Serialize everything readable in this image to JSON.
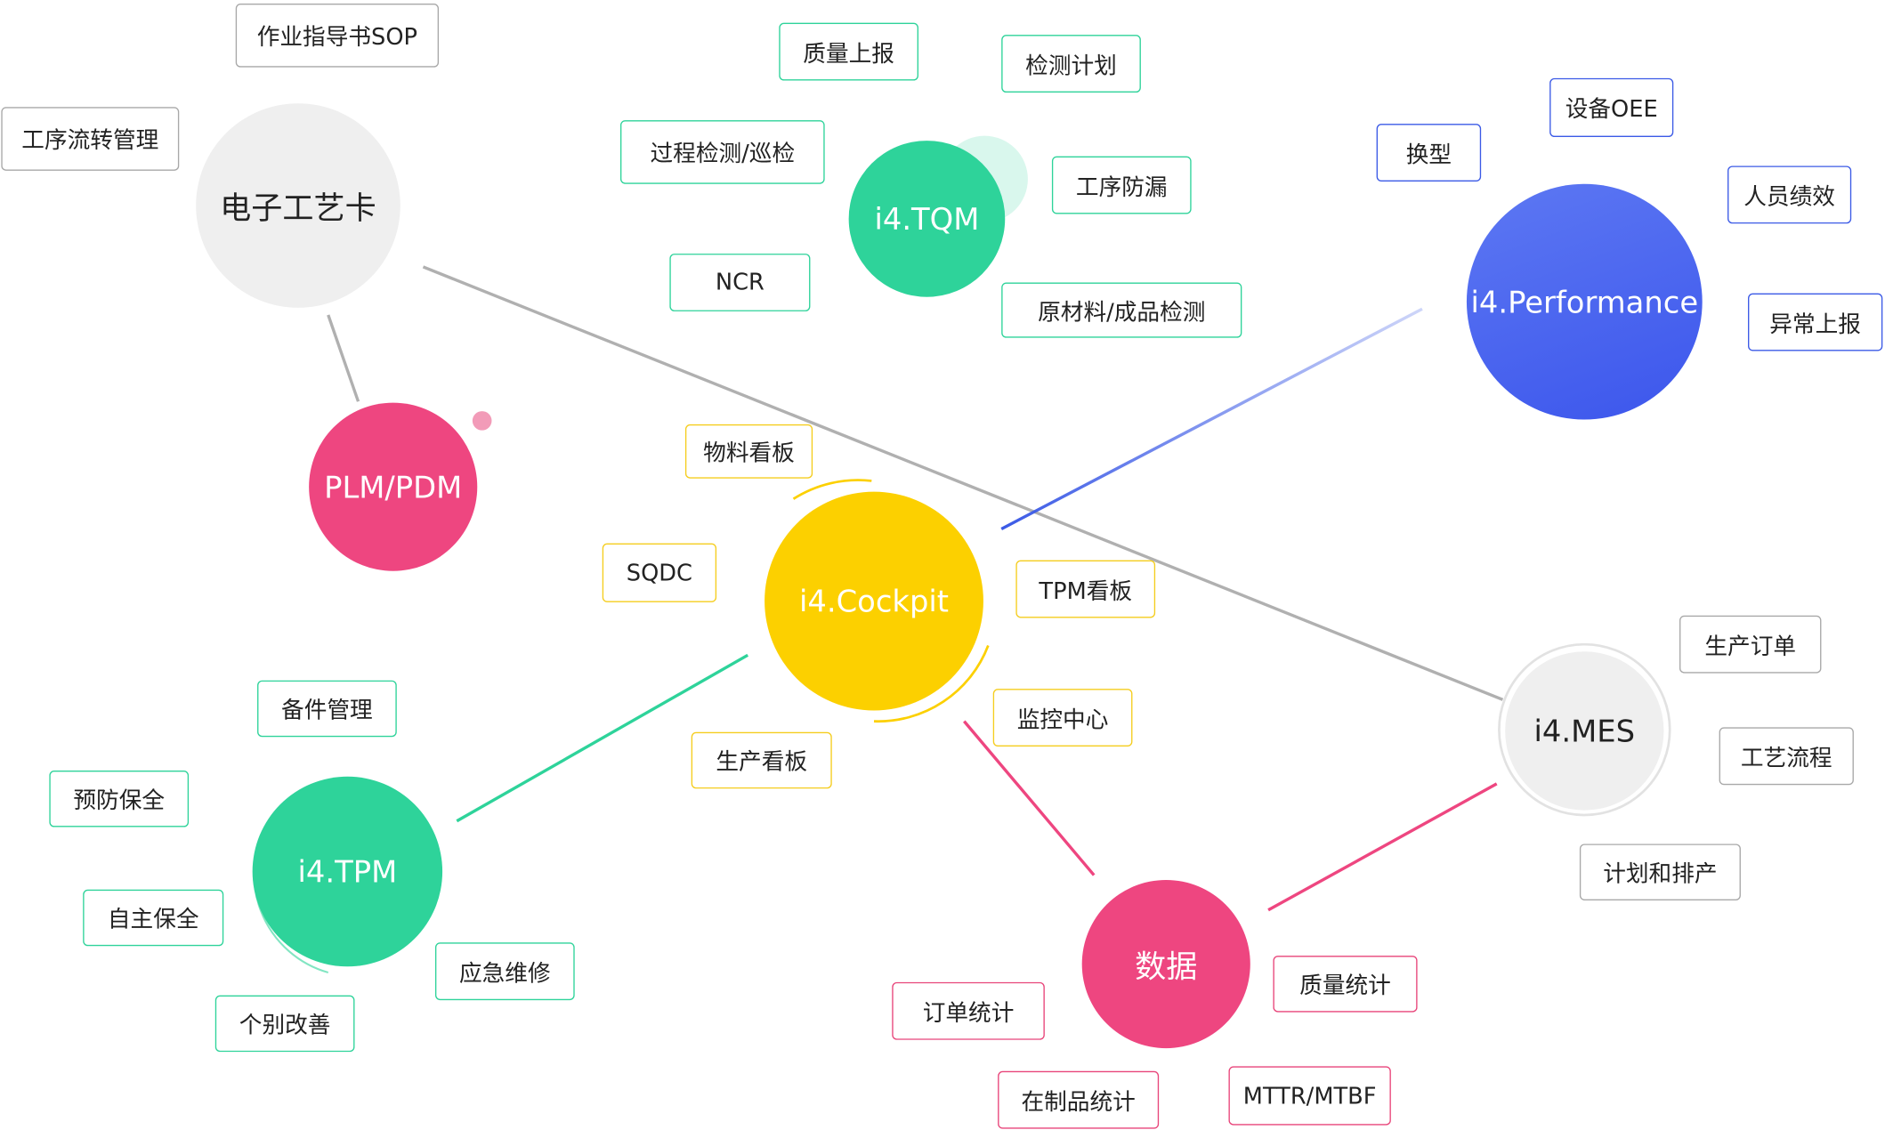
{
  "hubs": {
    "mes": "i4.MES",
    "tqm": "i4.TQM",
    "performance": "i4.Performance",
    "cockpit": "i4.Cockpit",
    "tpm": "i4.TPM",
    "plm": "PLM/PDM",
    "ecard": "电子工艺卡",
    "data": "数据"
  },
  "tags": {
    "sop": "作业指导书SOP",
    "process_flow_mgmt": "工序流转管理",
    "quality_report": "质量上报",
    "inspection_plan": "检测计划",
    "patrol_inspection": "过程检测/巡检",
    "process_leak_prevention": "工序防漏",
    "ncr": "NCR",
    "material_inspection": "原材料/成品检测",
    "changeover": "换型",
    "equipment_oee": "设备OEE",
    "staff_performance": "人员绩效",
    "exception_report": "异常上报",
    "material_board": "物料看板",
    "sqdc": "SQDC",
    "tpm_board": "TPM看板",
    "monitor_center": "监控中心",
    "production_board": "生产看板",
    "spare_parts": "备件管理",
    "preventive_maintenance": "预防保全",
    "autonomous_maintenance": "自主保全",
    "emergency_repair": "应急维修",
    "individual_improvement": "个别改善",
    "production_order": "生产订单",
    "process_route": "工艺流程",
    "planning_scheduling": "计划和排产",
    "order_stats": "订单统计",
    "quality_stats": "质量统计",
    "wip_stats": "在制品统计",
    "mttr_mtbf": "MTTR/MTBF"
  },
  "colors": {
    "green": "#2ed39a",
    "blue": "#4a63ee",
    "yellow": "#fcd000",
    "pink": "#ee4680",
    "gray": "#efefef"
  }
}
